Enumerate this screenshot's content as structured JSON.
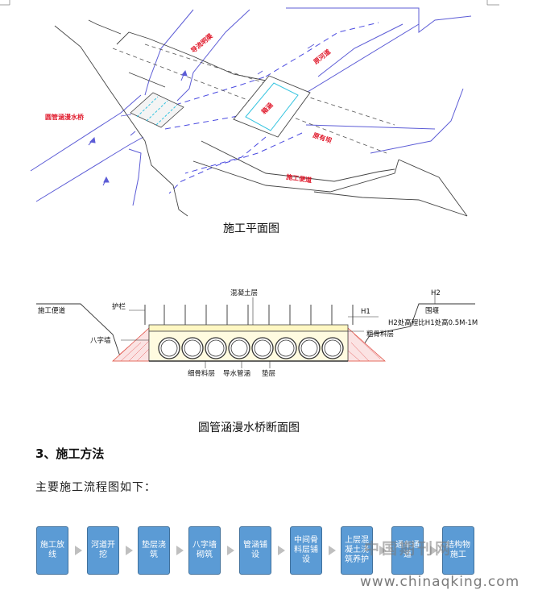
{
  "plan": {
    "labels": {
      "round_pipe_bridge": "圆管涵漫水桥",
      "diversion_channel": "导流明渠",
      "original_channel": "原河道",
      "culvert": "箱涵",
      "original_dam": "原有坝",
      "construction_road": "施工便道"
    },
    "caption": "施工平面图"
  },
  "section": {
    "labels": {
      "concrete_layer": "混凝土层",
      "construction_road": "施工便道",
      "railing": "护栏",
      "h1": "H1",
      "h2": "H2",
      "cofferdam": "围堰",
      "height_note": "H2处高程比H1处高0.5M-1M",
      "wing_wall": "八字墙",
      "coarse_aggregate": "粗骨料层",
      "fine_aggregate": "细骨料层",
      "culvert_pipe": "导水管涵",
      "cushion": "垫层"
    },
    "caption": "圆管涵漫水桥断面图"
  },
  "heading": "3、施工方法",
  "intro": "主要施工流程图如下：",
  "flow_steps": [
    "施工放线",
    "河道开挖",
    "垫层浇筑",
    "八字墙砌筑",
    "管涵铺设",
    "中间骨料层铺设",
    "上层混凝土浇筑养护",
    "通车通道",
    "结构物施工"
  ],
  "watermark": {
    "logo": "中国期刊网",
    "url": "www.chinaqking.com"
  }
}
